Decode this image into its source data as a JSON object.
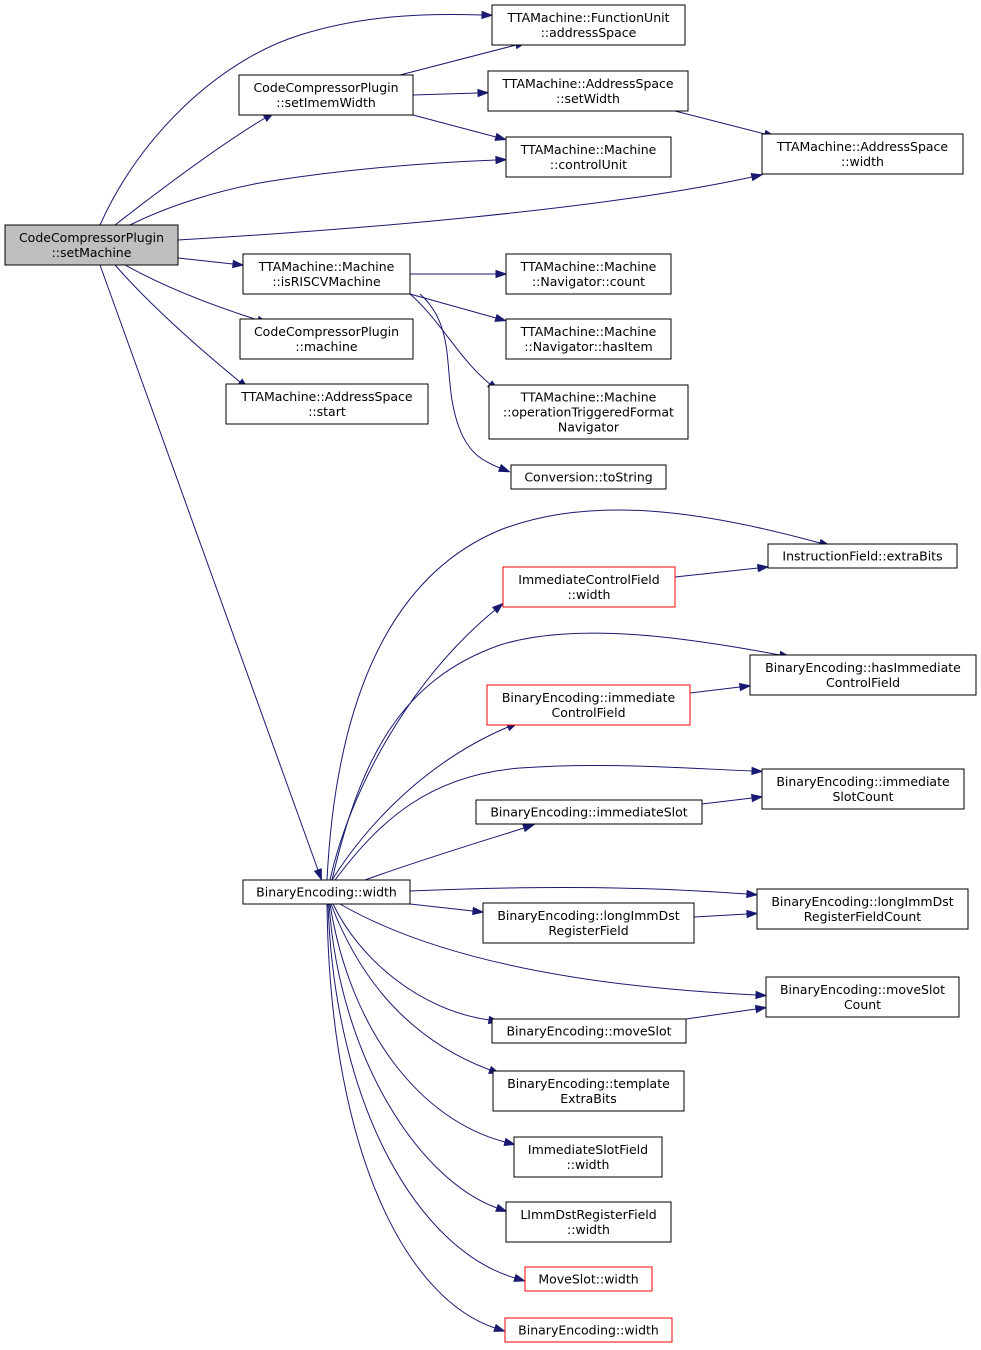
{
  "graph": {
    "nodes": [
      {
        "id": "root",
        "lines": [
          "CodeCompressorPlugin",
          "::setMachine"
        ],
        "root": true
      },
      {
        "id": "fu_addressSpace",
        "lines": [
          "TTAMachine::FunctionUnit",
          "::addressSpace"
        ]
      },
      {
        "id": "setImemWidth",
        "lines": [
          "CodeCompressorPlugin",
          "::setImemWidth"
        ]
      },
      {
        "id": "as_setWidth",
        "lines": [
          "TTAMachine::AddressSpace",
          "::setWidth"
        ]
      },
      {
        "id": "controlUnit",
        "lines": [
          "TTAMachine::Machine",
          "::controlUnit"
        ]
      },
      {
        "id": "as_width",
        "lines": [
          "TTAMachine::AddressSpace",
          "::width"
        ]
      },
      {
        "id": "isRISCV",
        "lines": [
          "TTAMachine::Machine",
          "::isRISCVMachine"
        ]
      },
      {
        "id": "nav_count",
        "lines": [
          "TTAMachine::Machine",
          "::Navigator::count"
        ]
      },
      {
        "id": "ccp_machine",
        "lines": [
          "CodeCompressorPlugin",
          "::machine"
        ]
      },
      {
        "id": "nav_hasItem",
        "lines": [
          "TTAMachine::Machine",
          "::Navigator::hasItem"
        ]
      },
      {
        "id": "as_start",
        "lines": [
          "TTAMachine::AddressSpace",
          "::start"
        ]
      },
      {
        "id": "otfNav",
        "lines": [
          "TTAMachine::Machine",
          "::operationTriggeredFormat",
          "Navigator"
        ]
      },
      {
        "id": "toString",
        "lines": [
          "Conversion::toString"
        ]
      },
      {
        "id": "extraBits",
        "lines": [
          "InstructionField::extraBits"
        ]
      },
      {
        "id": "icf_width",
        "lines": [
          "ImmediateControlField",
          "::width"
        ],
        "red": true
      },
      {
        "id": "hasICF",
        "lines": [
          "BinaryEncoding::hasImmediate",
          "ControlField"
        ]
      },
      {
        "id": "icf",
        "lines": [
          "BinaryEncoding::immediate",
          "ControlField"
        ],
        "red": true
      },
      {
        "id": "immSlotCount",
        "lines": [
          "BinaryEncoding::immediate",
          "SlotCount"
        ]
      },
      {
        "id": "immSlot",
        "lines": [
          "BinaryEncoding::immediateSlot"
        ]
      },
      {
        "id": "be_width",
        "lines": [
          "BinaryEncoding::width"
        ]
      },
      {
        "id": "limmCount",
        "lines": [
          "BinaryEncoding::longImmDst",
          "RegisterFieldCount"
        ]
      },
      {
        "id": "limmField",
        "lines": [
          "BinaryEncoding::longImmDst",
          "RegisterField"
        ]
      },
      {
        "id": "moveSlotCount",
        "lines": [
          "BinaryEncoding::moveSlot",
          "Count"
        ]
      },
      {
        "id": "moveSlot",
        "lines": [
          "BinaryEncoding::moveSlot"
        ]
      },
      {
        "id": "templateExtra",
        "lines": [
          "BinaryEncoding::template",
          "ExtraBits"
        ]
      },
      {
        "id": "isf_width",
        "lines": [
          "ImmediateSlotField",
          "::width"
        ]
      },
      {
        "id": "limmDst_width",
        "lines": [
          "LImmDstRegisterField",
          "::width"
        ]
      },
      {
        "id": "ms_width",
        "lines": [
          "MoveSlot::width"
        ],
        "red": true
      },
      {
        "id": "be_width2",
        "lines": [
          "BinaryEncoding::width"
        ],
        "red": true
      }
    ],
    "edges": [
      {
        "from": "root",
        "to": "fu_addressSpace"
      },
      {
        "from": "root",
        "to": "setImemWidth"
      },
      {
        "from": "root",
        "to": "controlUnit"
      },
      {
        "from": "root",
        "to": "as_width"
      },
      {
        "from": "root",
        "to": "isRISCV"
      },
      {
        "from": "root",
        "to": "ccp_machine"
      },
      {
        "from": "root",
        "to": "as_start"
      },
      {
        "from": "root",
        "to": "be_width"
      },
      {
        "from": "setImemWidth",
        "to": "fu_addressSpace"
      },
      {
        "from": "setImemWidth",
        "to": "as_setWidth"
      },
      {
        "from": "setImemWidth",
        "to": "controlUnit"
      },
      {
        "from": "as_setWidth",
        "to": "as_width"
      },
      {
        "from": "isRISCV",
        "to": "nav_count"
      },
      {
        "from": "isRISCV",
        "to": "nav_hasItem"
      },
      {
        "from": "isRISCV",
        "to": "otfNav"
      },
      {
        "from": "isRISCV",
        "to": "toString"
      },
      {
        "from": "be_width",
        "to": "extraBits"
      },
      {
        "from": "be_width",
        "to": "icf_width"
      },
      {
        "from": "be_width",
        "to": "hasICF"
      },
      {
        "from": "be_width",
        "to": "icf"
      },
      {
        "from": "be_width",
        "to": "immSlotCount"
      },
      {
        "from": "be_width",
        "to": "immSlot"
      },
      {
        "from": "be_width",
        "to": "limmCount"
      },
      {
        "from": "be_width",
        "to": "limmField"
      },
      {
        "from": "be_width",
        "to": "moveSlotCount"
      },
      {
        "from": "be_width",
        "to": "moveSlot"
      },
      {
        "from": "be_width",
        "to": "templateExtra"
      },
      {
        "from": "be_width",
        "to": "isf_width"
      },
      {
        "from": "be_width",
        "to": "limmDst_width"
      },
      {
        "from": "be_width",
        "to": "ms_width"
      },
      {
        "from": "be_width",
        "to": "be_width2"
      },
      {
        "from": "icf_width",
        "to": "extraBits"
      },
      {
        "from": "icf",
        "to": "hasICF"
      },
      {
        "from": "immSlot",
        "to": "immSlotCount"
      },
      {
        "from": "limmField",
        "to": "limmCount"
      },
      {
        "from": "moveSlot",
        "to": "moveSlotCount"
      }
    ]
  }
}
